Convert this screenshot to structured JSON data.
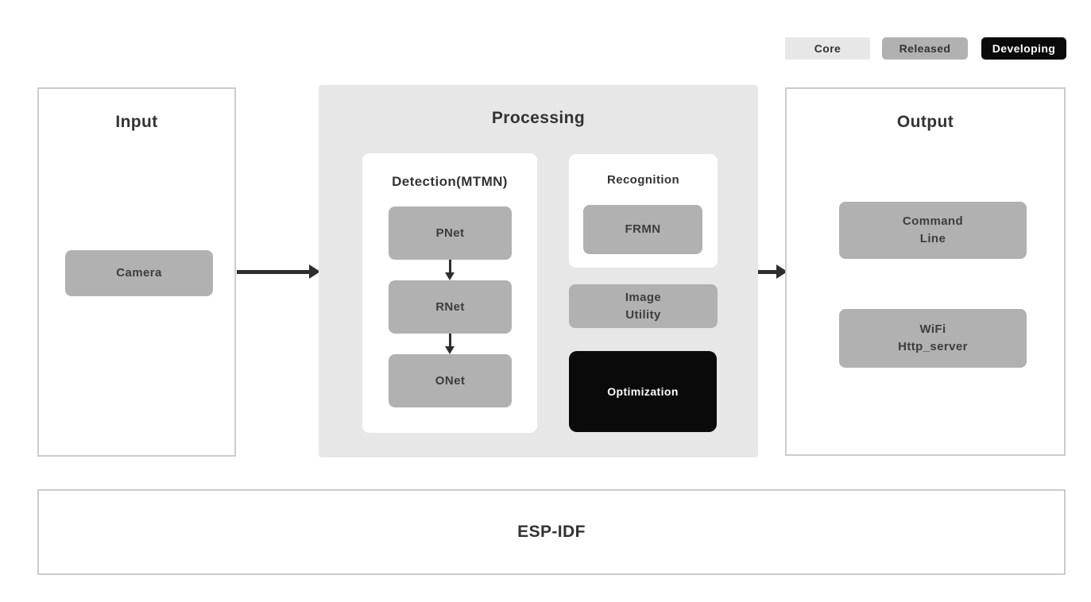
{
  "legend": {
    "core": {
      "label": "Core"
    },
    "released": {
      "label": "Released"
    },
    "developing": {
      "label": "Developing"
    }
  },
  "input": {
    "title": "Input",
    "camera_label": "Camera"
  },
  "processing": {
    "title": "Processing",
    "detection": {
      "title": "Detection(MTMN)",
      "stages": [
        "PNet",
        "RNet",
        "ONet"
      ]
    },
    "recognition": {
      "title": "Recognition",
      "model_label": "FRMN"
    },
    "image_utility": {
      "line1": "Image",
      "line2": "Utility"
    },
    "optimization_label": "Optimization"
  },
  "output": {
    "title": "Output",
    "command_line": {
      "line1": "Command",
      "line2": "Line"
    },
    "wifi": {
      "line1": "WiFi",
      "line2": "Http_server"
    }
  },
  "foundation": {
    "title": "ESP-IDF"
  },
  "colors": {
    "legend_core_bg": "#e7e7e7",
    "legend_released_bg": "#b1b1b1",
    "legend_developing_bg": "#0a0a0a",
    "processing_container_bg": "#e7e7e7",
    "block_gray_bg": "#b1b1b1",
    "block_black_bg": "#0a0a0a",
    "panel_border": "#cccccc",
    "text_dark": "#333333",
    "arrow": "#2e2e2e"
  }
}
